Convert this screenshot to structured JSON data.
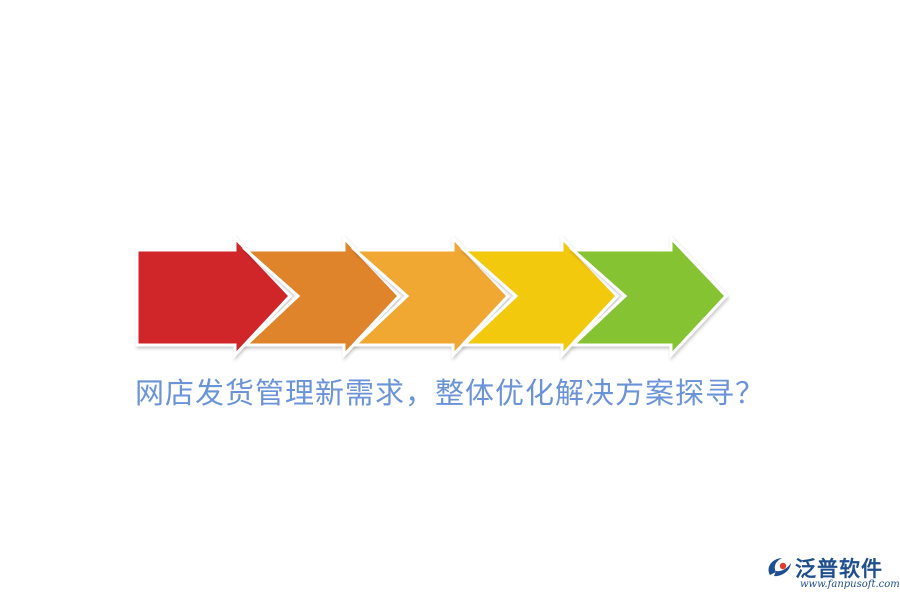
{
  "headline": "网店发货管理新需求，整体优化解决方案探寻？",
  "arrows": [
    {
      "color": "#d0262c"
    },
    {
      "color": "#df8429"
    },
    {
      "color": "#f0a830"
    },
    {
      "color": "#f2c90f"
    },
    {
      "color": "#85c333"
    }
  ],
  "colors": {
    "headline": "#6a93d8",
    "brand_text": "#1f4f8f",
    "brand_accent": "#e23a2e"
  },
  "brand": {
    "name": "泛普软件",
    "url": "www.fanpusoft.com",
    "logo_icon": "fanpu-logo-icon"
  }
}
